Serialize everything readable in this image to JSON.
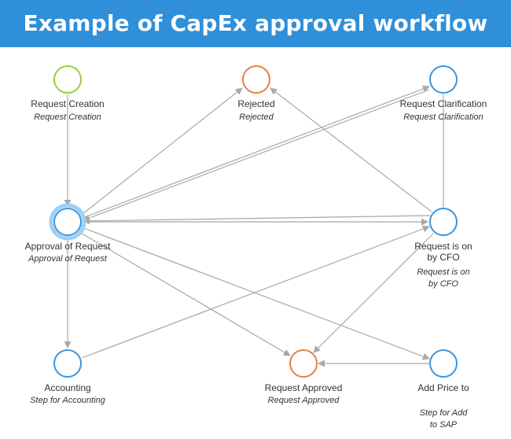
{
  "title": "Example of CapEx approval workflow",
  "colors": {
    "banner": "#2f8fd8",
    "start": "#9acd32",
    "reject": "#f07a45",
    "normal": "#3a95dc",
    "edge": "#a8a8a8"
  },
  "nodes": {
    "request_creation": {
      "name": "Request Creation",
      "step": "Request Creation"
    },
    "rejected": {
      "name": "Rejected",
      "step": "Rejected"
    },
    "request_clarification": {
      "name": "Request Clarification",
      "step": "Request Clarification"
    },
    "approval_of_request": {
      "name": "Approval of Request",
      "step": "Approval of Request"
    },
    "request_on_cfo": {
      "name_l1": "Request is on",
      "name_l2": "by CFO",
      "step_l1": "Request is on",
      "step_l2": "by CFO"
    },
    "accounting": {
      "name": "Accounting",
      "step": "Step for Accounting"
    },
    "request_approved": {
      "name": "Request Approved",
      "step": "Request Approved"
    },
    "add_price": {
      "name": "Add Price to",
      "step_l1": "Step for Add",
      "step_l2": "to SAP"
    }
  }
}
